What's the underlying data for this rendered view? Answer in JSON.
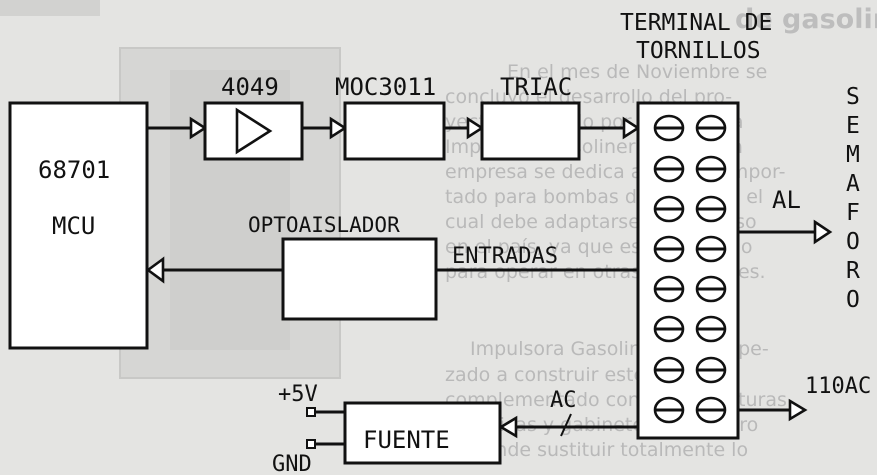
{
  "background_article": {
    "heading_fragment": "de gasolina",
    "lines": [
      "En el mes de Noviembre se",
      "concluyó el desarrollo del pro-",
      "yecto solicitado por la empresa",
      "Impulsora Gasolinera, S.A. Esta",
      "empresa se dedica al equipo impor-",
      "tado para bombas de gasolina, el",
      "cual debe adaptarse para su uso",
      "en el país, ya que está diseñado",
      "para operar en otras condiciones.",
      "",
      "Impulsora Gasolinera ha empe-",
      "zado a construir este equipo",
      "complementado con las estructuras",
      "metálicas y gabinetes, y a futuro",
      "pretende sustituir totalmente lo"
    ]
  },
  "diagram": {
    "mcu": {
      "part": "68701",
      "label": "MCU"
    },
    "inverter": {
      "label": "4049"
    },
    "optocoupler": {
      "label": "MOC3011"
    },
    "triac": {
      "label": "TRIAC"
    },
    "terminal": {
      "title_line1": "TERMINAL DE",
      "title_line2": "TORNILLOS"
    },
    "semaforo_letters": [
      "S",
      "E",
      "M",
      "A",
      "F",
      "O",
      "R",
      "O"
    ],
    "al_label": "AL",
    "optoisolator": {
      "label": "OPTOAISLADOR"
    },
    "inputs_label": "ENTRADAS",
    "power_supply": {
      "label": "FUENTE"
    },
    "ac_label": "AC",
    "supply_plus": "+5V",
    "supply_gnd": "GND",
    "mains_label": "110AC"
  }
}
